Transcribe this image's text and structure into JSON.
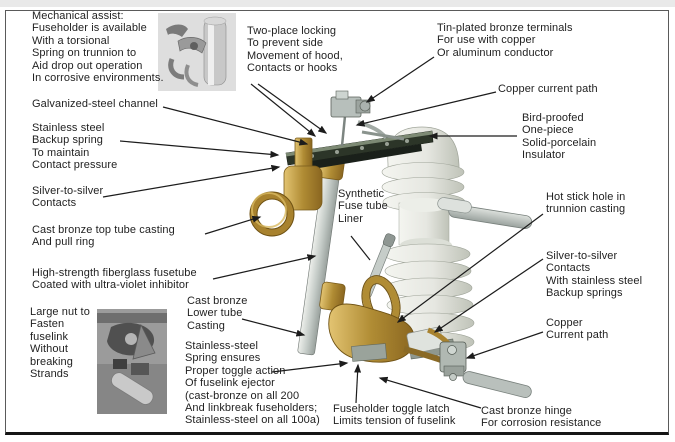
{
  "figure": {
    "subject": "Fuse cutout (dropout fuseholder) annotated diagram"
  },
  "labels": {
    "mechanical_assist": "Mechanical assist:\nFuseholder is available\nWith a torsional\nSpring on trunnion to\nAid drop out operation\nIn corrosive environments.",
    "galvanized_channel": "Galvanized-steel channel",
    "backup_spring_left": "Stainless steel\nBackup spring\nTo maintain\nContact pressure",
    "silver_contacts_left": "Silver-to-silver\nContacts",
    "top_tube_casting": "Cast bronze top tube casting\nAnd pull ring",
    "fiberglass_fusetube": "High-strength fiberglass fusetube\nCoated with ultra-violet inhibitor",
    "large_nut": "Large nut to\nFasten\nfuselink\nWithout\nbreaking\nStrands",
    "two_place_locking": "Two-place locking\nTo prevent side\nMovement of hood,\nContacts or hooks",
    "tin_plated_terminals": "Tin-plated bronze terminals\nFor use with copper\nOr aluminum conductor",
    "copper_current_path_top": "Copper current path",
    "bird_proofed_insulator": "Bird-proofed\nOne-piece\nSolid-porcelain\nInsulator",
    "hot_stick_hole": "Hot stick hole in\ntrunnion casting",
    "silver_contacts_right": "Silver-to-silver\nContacts\nWith stainless steel\nBackup springs",
    "copper_current_path_right": "Copper\nCurrent path",
    "synthetic_liner": "Synthetic\nFuse tube\nLiner",
    "lower_tube_casting": "Cast bronze\nLower tube\nCasting",
    "stainless_spring": "Stainless-steel\nSpring ensures\nProper toggle action\nOf fuselink ejector\n(cast-bronze on all 200\nAnd linkbreak fuseholders;\nStainless-steel on all 100a)",
    "toggle_latch": "Fuseholder toggle latch\nLimits tension of fuselink",
    "bronze_hinge": "Cast bronze hinge\nFor corrosion resistance"
  },
  "colors": {
    "bronze": "#b08c34",
    "bronze_dark": "#7a5c1c",
    "porcelain": "#e7e8e2",
    "channel_dark": "#2c3528",
    "metal_gray": "#b7bfbb",
    "tube_gray": "#c9d0cc",
    "leader_line": "#1c1c1c",
    "frame_border": "#5a5a5a",
    "background": "#ffffff"
  }
}
